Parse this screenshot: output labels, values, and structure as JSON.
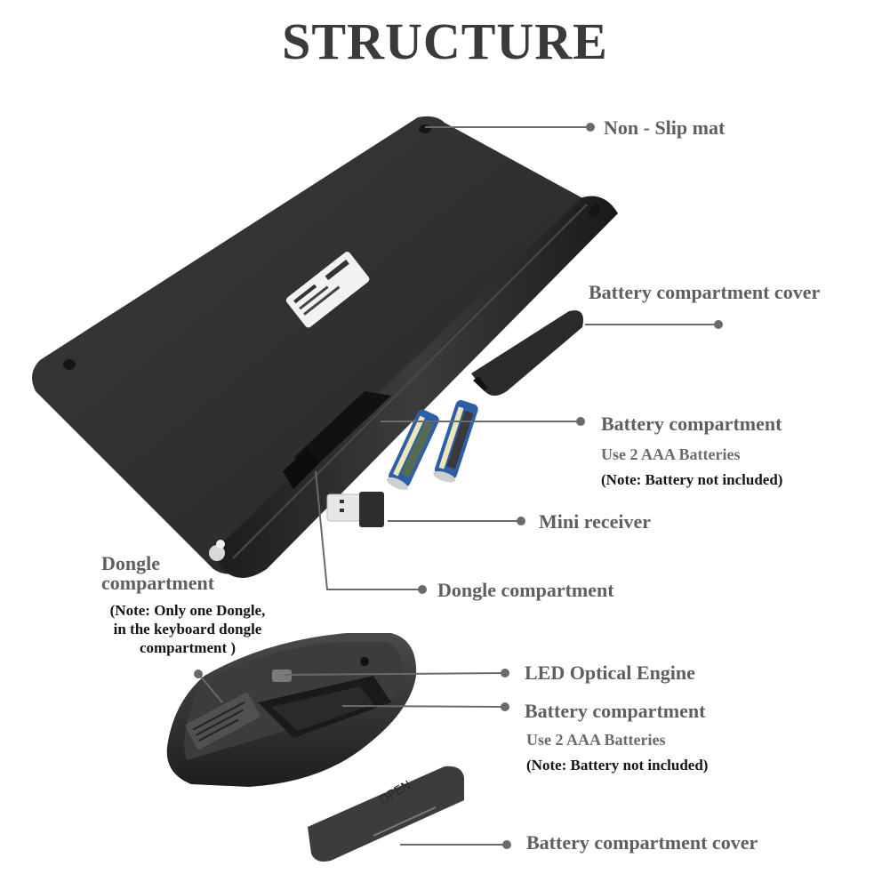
{
  "title": "STRUCTURE",
  "colors": {
    "text_label": "#5f5f5f",
    "text_note": "#151515",
    "title": "#3a3a3a",
    "leader_line": "#6a6a6a",
    "device_body": "#2b2b2b"
  },
  "keyboard": {
    "callouts": [
      {
        "id": "non-slip-mat",
        "label": "Non - Slip mat"
      },
      {
        "id": "battery-compartment-cover",
        "label": "Battery compartment cover"
      },
      {
        "id": "battery-compartment",
        "label": "Battery compartment",
        "sub": "Use 2 AAA Batteries",
        "note": "(Note: Battery not included)"
      },
      {
        "id": "mini-receiver",
        "label": "Mini receiver"
      },
      {
        "id": "dongle-compartment",
        "label": "Dongle compartment"
      }
    ]
  },
  "mouse": {
    "dongle_callout": {
      "label_line1": "Dongle",
      "label_line2": "compartment",
      "note_line1": "(Note: Only one Dongle,",
      "note_line2": "in the keyboard dongle",
      "note_line3": "compartment  )"
    },
    "callouts": [
      {
        "id": "led-optical-engine",
        "label": "LED Optical Engine"
      },
      {
        "id": "battery-compartment",
        "label": "Battery compartment",
        "sub": "Use 2 AAA Batteries",
        "note": "(Note: Battery not included)"
      },
      {
        "id": "battery-compartment-cover",
        "label": "Battery compartment cover"
      }
    ],
    "cover_text": "OPEN"
  }
}
